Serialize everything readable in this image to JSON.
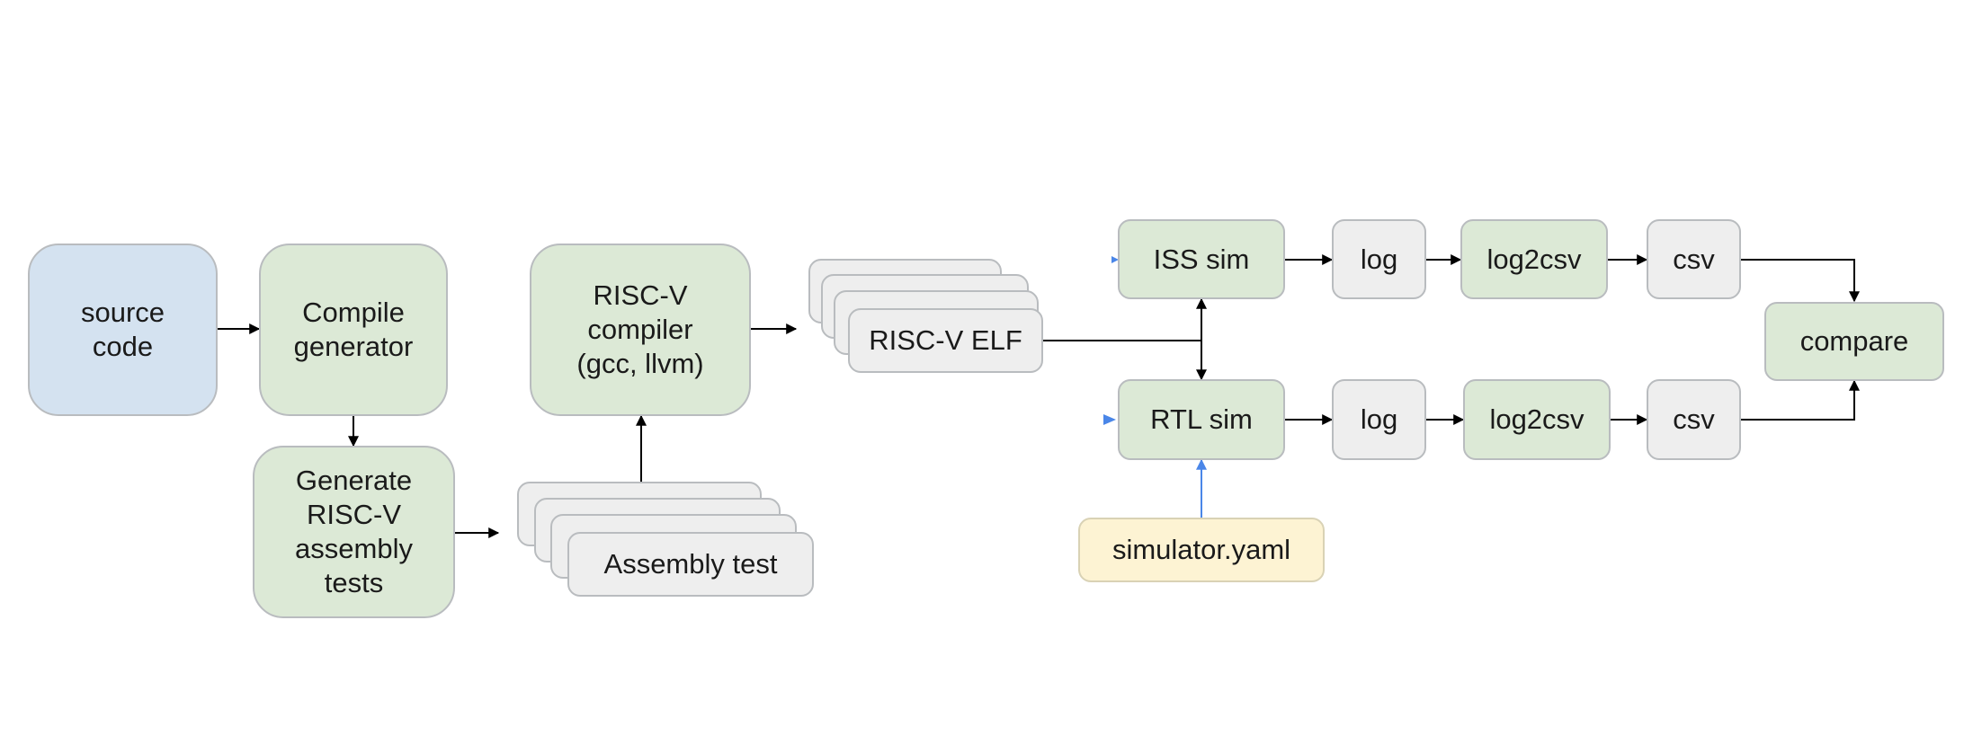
{
  "nodes": {
    "source_code": "source\ncode",
    "compile_generator": "Compile\ngenerator",
    "generate_tests": "Generate\nRISC-V\nassembly\ntests",
    "assembly_test": "Assembly test",
    "riscv_compiler": "RISC-V\ncompiler\n(gcc, llvm)",
    "riscv_elf": "RISC-V ELF",
    "iss_sim": "ISS sim",
    "rtl_sim": "RTL sim",
    "simulator_yaml": "simulator.yaml",
    "iss_log": "log",
    "rtl_log": "log",
    "iss_log2csv": "log2csv",
    "rtl_log2csv": "log2csv",
    "iss_csv": "csv",
    "rtl_csv": "csv",
    "compare": "compare"
  },
  "colors": {
    "source_fill": "#d4e2f0",
    "process_fill": "#dce9d6",
    "artifact_fill": "#eeeeee",
    "config_fill": "#fdf3d3",
    "border": "#b9bcbf",
    "arrow": "#000000",
    "config_arrow": "#4a86e8"
  }
}
